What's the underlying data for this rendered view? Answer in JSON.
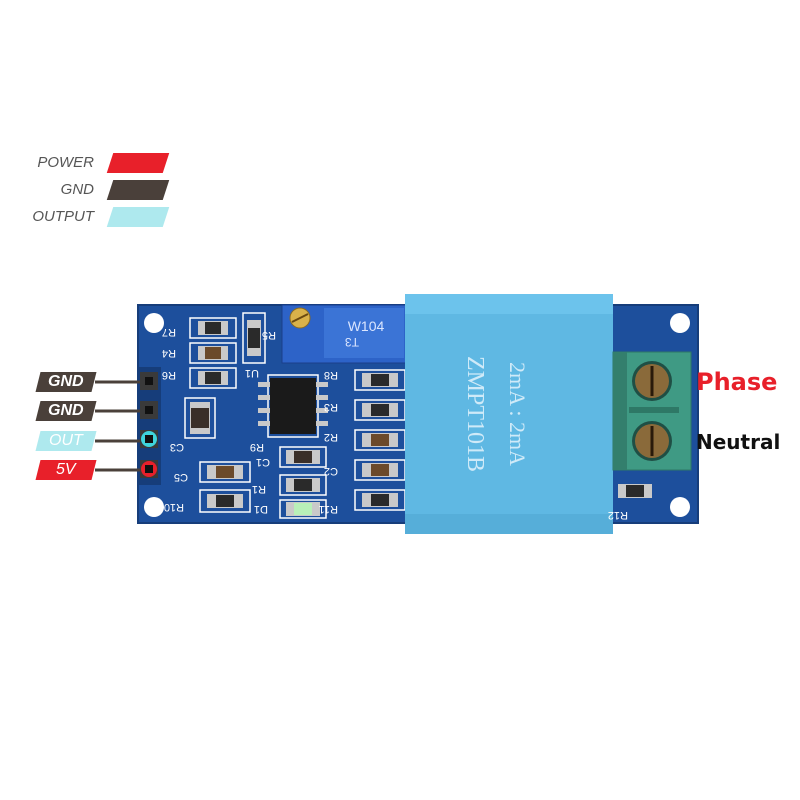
{
  "legend": [
    {
      "label": "POWER",
      "color": "#e8202a"
    },
    {
      "label": "GND",
      "color": "#4a403a"
    },
    {
      "label": "OUTPUT",
      "color": "#aee9ee"
    }
  ],
  "pins": [
    {
      "label": "GND",
      "color": "#4a403a",
      "text_color": "#ffffff"
    },
    {
      "label": "GND",
      "color": "#4a403a",
      "text_color": "#ffffff"
    },
    {
      "label": "OUT",
      "color": "#aee9ee",
      "text_color": "#ffffff"
    },
    {
      "label": "5V",
      "color": "#e8202a",
      "text_color": "#ffffff"
    }
  ],
  "terminals": {
    "phase": {
      "label": "Phase",
      "color": "#e8202a"
    },
    "neutral": {
      "label": "Neutral",
      "color": "#111111"
    }
  },
  "board": {
    "transformer_model": "ZMPT101B",
    "transformer_rating": "2mA : 2mA",
    "pot_marking": "W104",
    "pot_marking_2": "T3",
    "silk": {
      "r7": "R7",
      "r4": "R4",
      "r6": "R6",
      "r5": "R5",
      "r8": "R8",
      "r3": "R3",
      "c3": "C3",
      "c5": "C5",
      "r9": "R9",
      "c1": "C1",
      "r2": "R2",
      "c2": "C2",
      "r1": "R1",
      "r10": "R10",
      "d1": "D1",
      "r11": "R11",
      "r12": "R12",
      "u1": "U1"
    }
  },
  "colors": {
    "pcb": "#1d4f9c",
    "pcb_dark": "#173f80",
    "transformer": "#5fb8e3",
    "terminal_block": "#3f9a84",
    "pot_body": "#2d63c8"
  }
}
